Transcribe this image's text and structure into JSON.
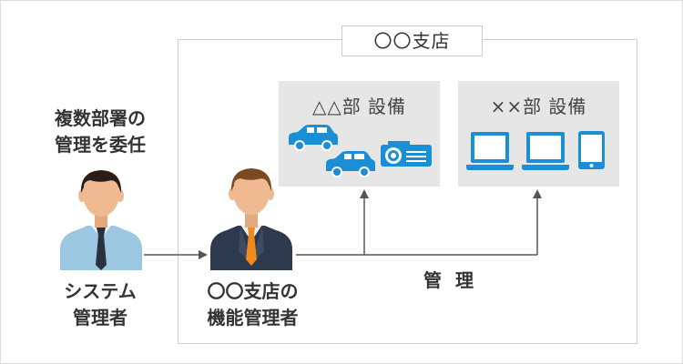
{
  "branch": {
    "title": "〇〇支店"
  },
  "departments": [
    {
      "title": "△△部 設備",
      "icons": [
        "car-icon",
        "car-icon",
        "projector-icon"
      ]
    },
    {
      "title": "××部 設備",
      "icons": [
        "laptop-icon",
        "laptop-icon",
        "tablet-icon"
      ]
    }
  ],
  "people": {
    "delegation_caption": [
      "複数部署の",
      "管理を委任"
    ],
    "system_admin": [
      "システム",
      "管理者"
    ],
    "branch_admin": [
      "〇〇支店の",
      "機能管理者"
    ]
  },
  "flow": {
    "manage_label": "管 理"
  },
  "colors": {
    "device_blue": "#1a8fd6",
    "skin": "#efba92",
    "hair_dark": "#2b1d14",
    "hair_brown": "#7a4a22",
    "shirt_light_blue": "#9bc7e0",
    "tie_dark": "#2a3040",
    "suit_navy": "#2d3a4d",
    "tie_orange": "#f08a1c",
    "dept_box_bg": "#e6e6e6"
  }
}
